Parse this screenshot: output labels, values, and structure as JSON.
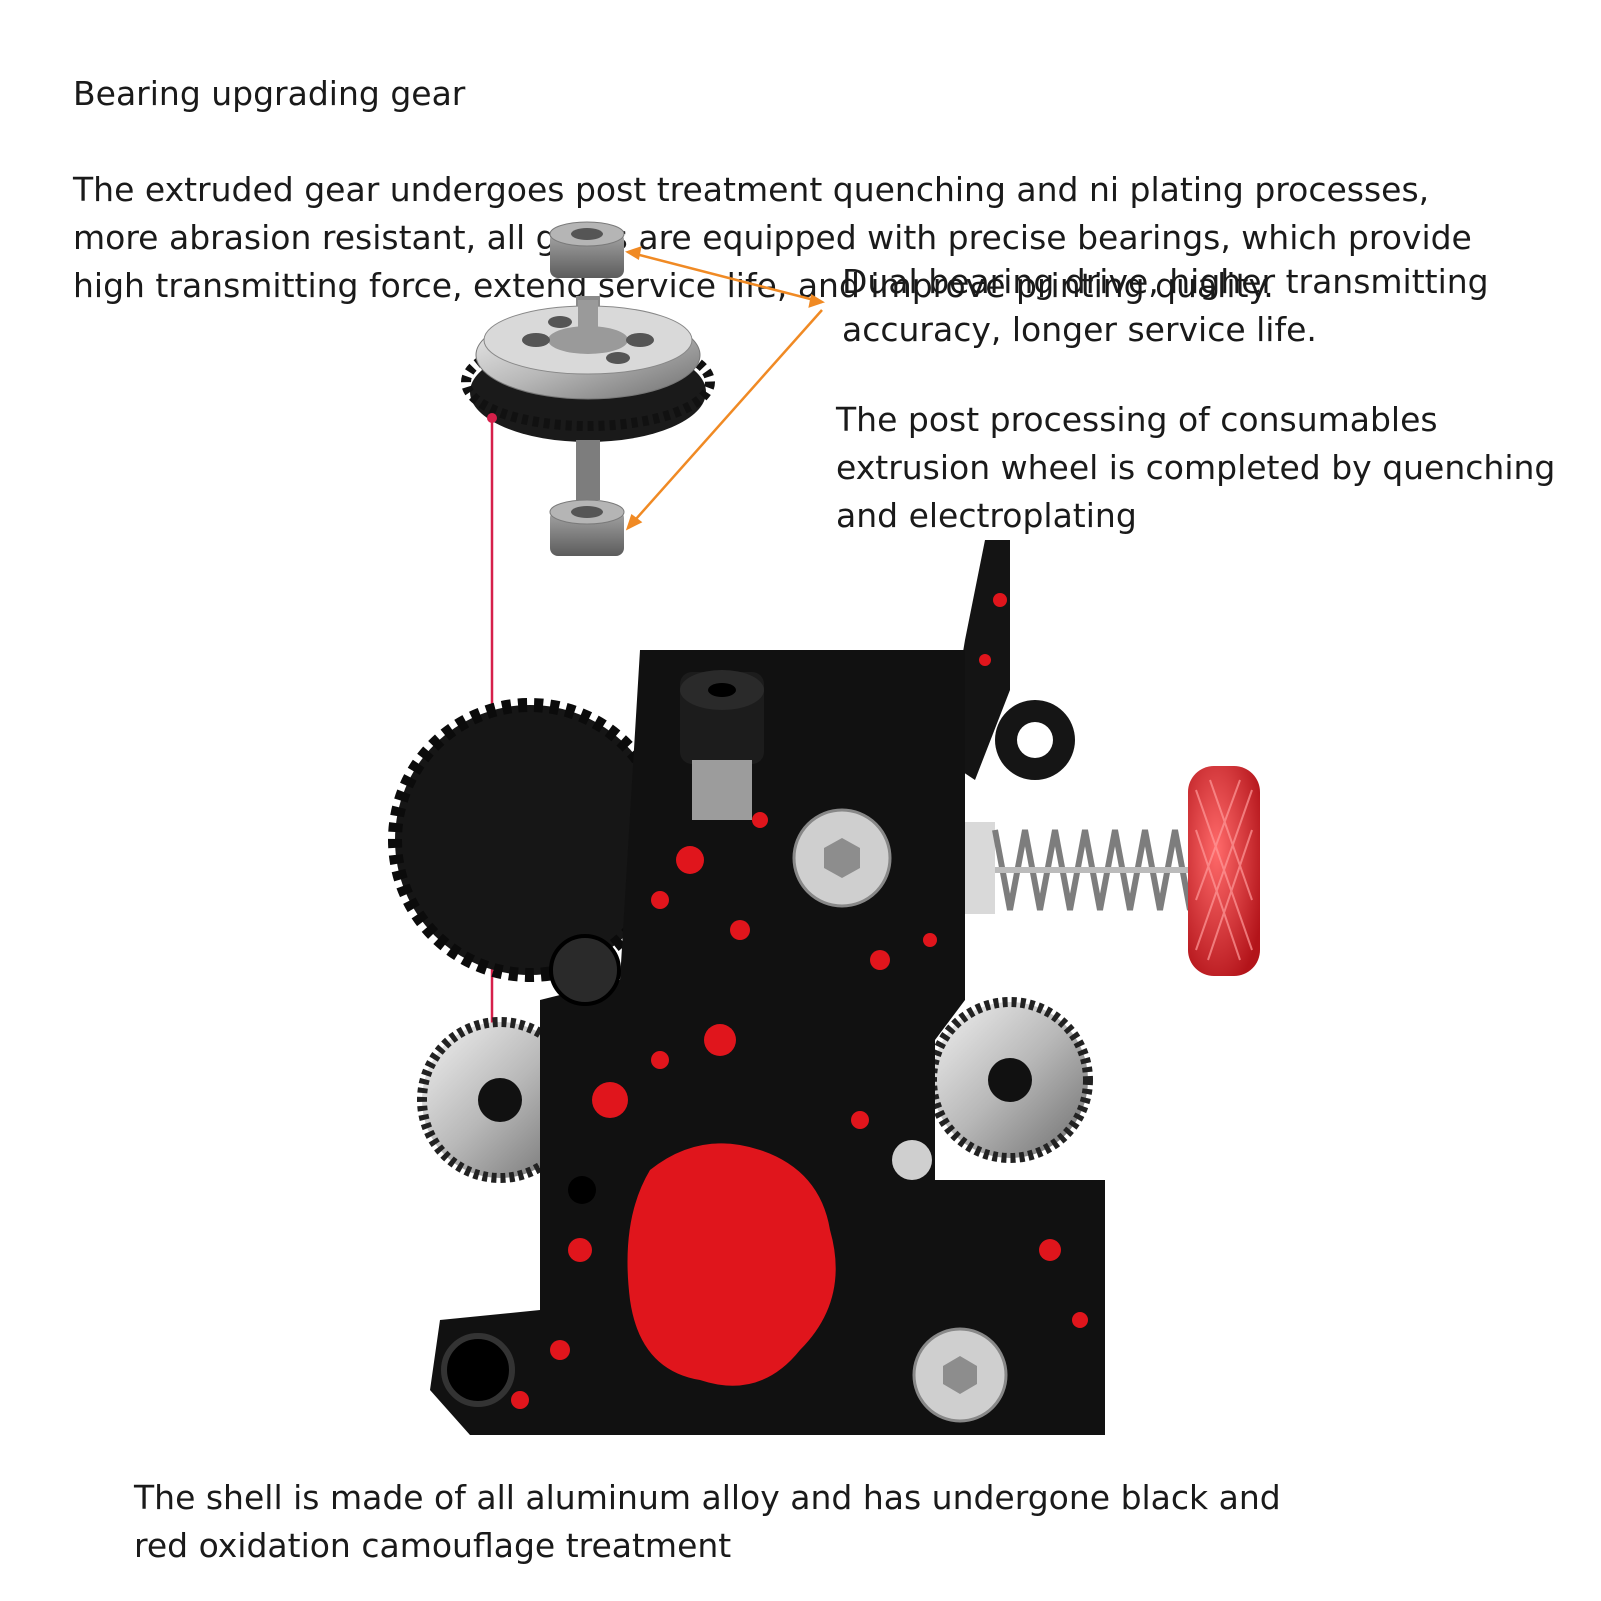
{
  "header": {
    "title": "Bearing upgrading gear",
    "body": "The extruded gear undergoes post treatment quenching and ni plating processes,\nmore abrasion resistant, all gears are equipped with precise bearings, which provide\nhigh transmitting force, extend service life, and improve printing quality."
  },
  "callouts": {
    "bearing": "Dual bearing drive, higher transmitting\naccuracy, longer service life.",
    "wheel": "The post processing of consumables\nextrusion wheel is completed by quenching\nand electroplating"
  },
  "footer": {
    "text": "The shell is made of all aluminum alloy and has undergone black and\nred oxidation camouflage treatment"
  },
  "colors": {
    "arrow_orange": "#f08a24",
    "leader_red": "#d6204a",
    "shell_black": "#111111",
    "splatter_red": "#e0151c",
    "knob_red": "#e8262c"
  }
}
